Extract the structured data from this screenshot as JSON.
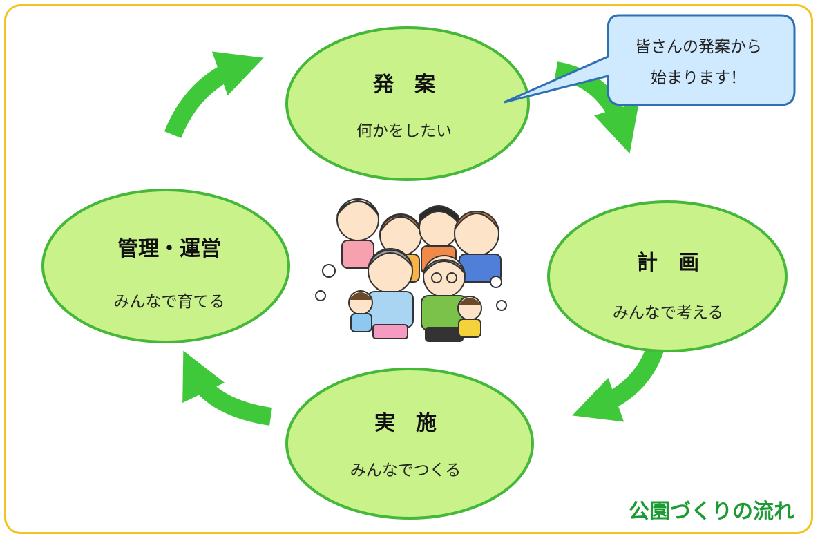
{
  "colors": {
    "frame_border": "#f5c320",
    "node_fill": "#c9f28a",
    "node_border": "#45b83a",
    "arrow": "#3ec83a",
    "bubble_fill": "#cfe9ff",
    "bubble_border": "#2f6fb3",
    "caption": "#1c9a34"
  },
  "nodes": {
    "proposal": {
      "title": "発　案",
      "subtitle": "何かをしたい"
    },
    "planning": {
      "title": "計　画",
      "subtitle": "みんなで考える"
    },
    "implementation": {
      "title": "実　施",
      "subtitle": "みんなでつくる"
    },
    "management": {
      "title": "管理・運営",
      "subtitle": "みんなで育てる"
    }
  },
  "callout": {
    "line1": "皆さんの発案から",
    "line2": "始まります！"
  },
  "caption": "公園づくりの流れ",
  "illustration": {
    "icon": "family-group-illustration"
  }
}
